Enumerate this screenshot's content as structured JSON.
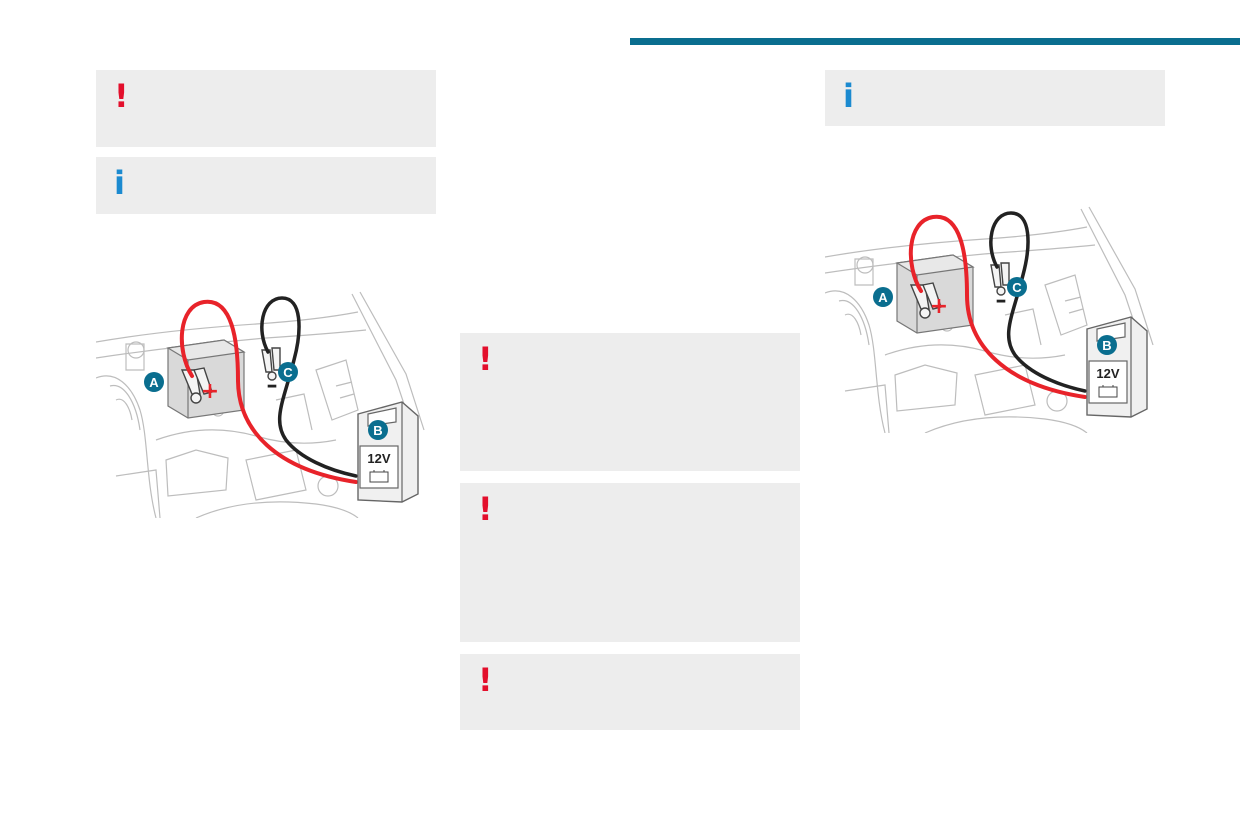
{
  "colors": {
    "accent": "#0a6e8f",
    "warning": "#e30f2c",
    "info": "#1b8ad0",
    "panel": "#ededed",
    "cable_positive": "#e8232a",
    "cable_negative": "#222222",
    "line_art": "#bdbdbd"
  },
  "notices": [
    {
      "id": "warn-1",
      "type": "warning",
      "icon": "exclamation-icon",
      "glyph": "!"
    },
    {
      "id": "info-1",
      "type": "info",
      "icon": "info-icon",
      "glyph": "i"
    },
    {
      "id": "info-2",
      "type": "info",
      "icon": "info-icon",
      "glyph": "i"
    },
    {
      "id": "warn-2",
      "type": "warning",
      "icon": "exclamation-icon",
      "glyph": "!"
    },
    {
      "id": "warn-3",
      "type": "warning",
      "icon": "exclamation-icon",
      "glyph": "!"
    },
    {
      "id": "warn-4",
      "type": "warning",
      "icon": "exclamation-icon",
      "glyph": "!"
    }
  ],
  "diagrams": [
    {
      "id": "diagram-left",
      "callouts": {
        "a": "A",
        "b": "B",
        "c": "C"
      },
      "charger_label": "12V",
      "positive_symbol": "+",
      "negative_symbol": "–"
    },
    {
      "id": "diagram-right",
      "callouts": {
        "a": "A",
        "b": "B",
        "c": "C"
      },
      "charger_label": "12V",
      "positive_symbol": "+",
      "negative_symbol": "–"
    }
  ]
}
